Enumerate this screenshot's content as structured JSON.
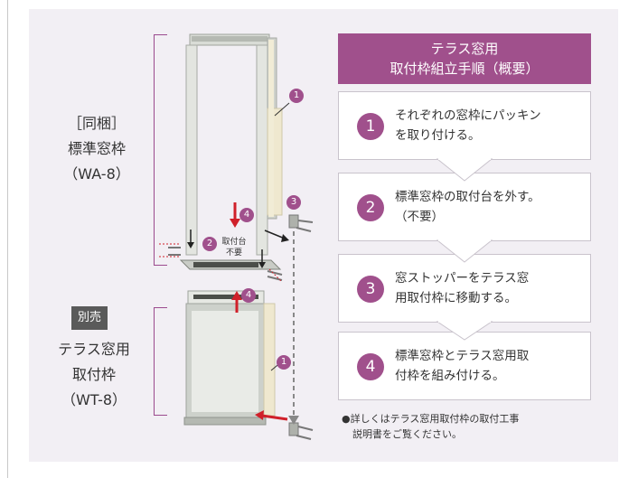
{
  "left": {
    "bundled_label": "［同梱］",
    "standard_frame_label": "標準窓枠",
    "standard_frame_model": "（WA-8）",
    "sold_separately_badge": "別売",
    "terrace_frame_label_1": "テラス窓用",
    "terrace_frame_label_2": "取付枠",
    "terrace_frame_model": "（WT-8）"
  },
  "diagram": {
    "callout_1": "1",
    "callout_2": "2",
    "callout_3": "3",
    "callout_4": "4",
    "mount_label_1": "取付台",
    "mount_label_2": "不要"
  },
  "header": {
    "line1": "テラス窓用",
    "line2": "取付枠組立手順（概要）"
  },
  "steps": [
    {
      "num": "1",
      "line1": "それぞれの窓枠にパッキン",
      "line2": "を取り付ける。"
    },
    {
      "num": "2",
      "line1": "標準窓枠の取付台を外す。",
      "line2": "（不要）"
    },
    {
      "num": "3",
      "line1": "窓ストッパーをテラス窓",
      "line2": "用取付枠に移動する。"
    },
    {
      "num": "4",
      "line1": "標準窓枠とテラス窓用取",
      "line2": "付枠を組み付ける。"
    }
  ],
  "note": {
    "line1": "●詳しくはテラス窓用取付枠の取付工事",
    "line2": "説明書をご覧ください。"
  },
  "colors": {
    "accent": "#a0508c",
    "panel": "#f2eff4",
    "arrow_red": "#d0202a"
  }
}
